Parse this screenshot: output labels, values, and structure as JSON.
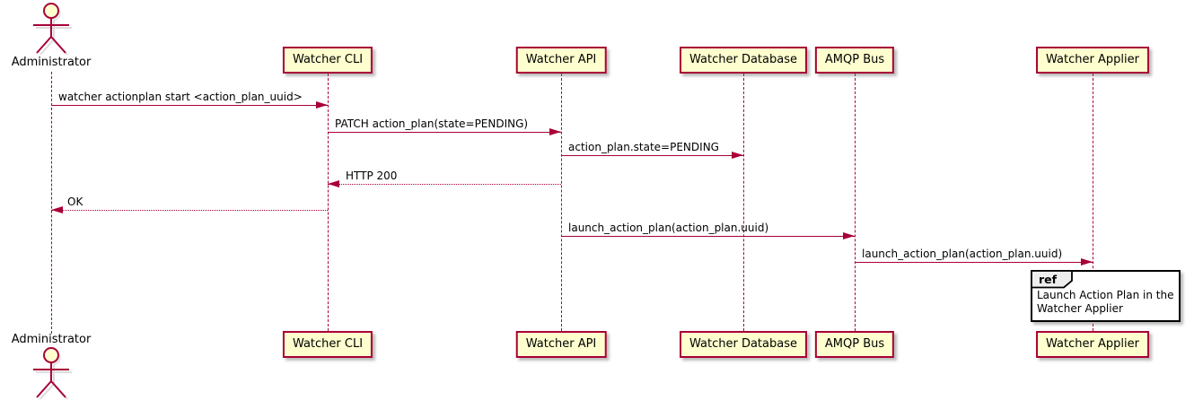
{
  "diagram": {
    "type": "uml-sequence-diagram",
    "actor": {
      "name": "Administrator"
    },
    "participants": [
      {
        "label": "Watcher CLI"
      },
      {
        "label": "Watcher API"
      },
      {
        "label": "Watcher Database"
      },
      {
        "label": "AMQP Bus"
      },
      {
        "label": "Watcher Applier"
      }
    ],
    "messages": [
      {
        "from": "Administrator",
        "to": "Watcher CLI",
        "label": "watcher actionplan start <action_plan_uuid>",
        "line": "solid"
      },
      {
        "from": "Watcher CLI",
        "to": "Watcher API",
        "label": "PATCH action_plan(state=PENDING)",
        "line": "solid"
      },
      {
        "from": "Watcher API",
        "to": "Watcher Database",
        "label": "action_plan.state=PENDING",
        "line": "solid"
      },
      {
        "from": "Watcher API",
        "to": "Watcher CLI",
        "label": "HTTP 200",
        "line": "dashed"
      },
      {
        "from": "Watcher CLI",
        "to": "Administrator",
        "label": "OK",
        "line": "dashed"
      },
      {
        "from": "Watcher API",
        "to": "AMQP Bus",
        "label": "launch_action_plan(action_plan.uuid)",
        "line": "solid"
      },
      {
        "from": "AMQP Bus",
        "to": "Watcher Applier",
        "label": "launch_action_plan(action_plan.uuid)",
        "line": "solid"
      }
    ],
    "ref": {
      "keyword": "ref",
      "text_line1": "Launch Action Plan in the",
      "text_line2": "Watcher Applier"
    },
    "colors": {
      "participant_fill": "#FEFECE",
      "participant_border": "#A80036",
      "lifeline": "#A80036",
      "arrow": "#A80036",
      "text": "#000000",
      "ref_border": "#000000",
      "ref_tab_fill": "#EEEEEE"
    }
  }
}
